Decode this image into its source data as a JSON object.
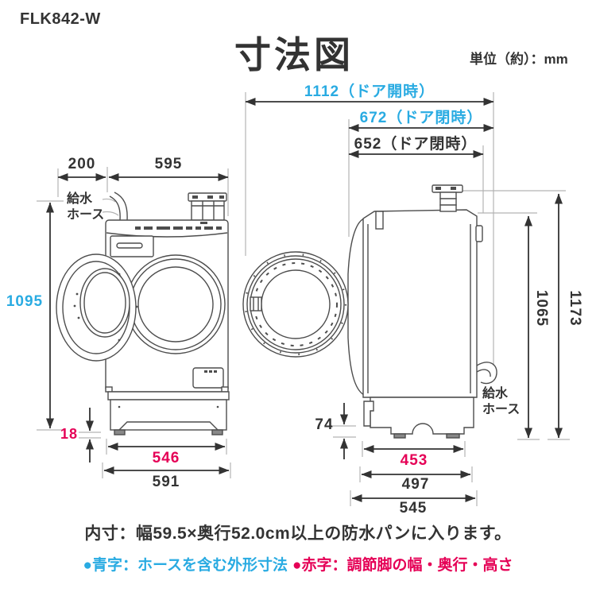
{
  "header": {
    "model": "FLK842-W",
    "title": "寸法図",
    "unit": "単位（約）：mm"
  },
  "dimensions": {
    "door_open_total_width": "1112（ドア開時）",
    "depth_with_hose_door_closed": "672（ドア閉時）",
    "depth_door_closed": "652（ドア閉時）",
    "open_door_protrusion": "200",
    "body_width": "595",
    "height_with_hose": "1095",
    "foot_height": "18",
    "feet_width": "546",
    "bottom_width": "591",
    "base_height": "74",
    "feet_depth": "453",
    "base_depth": "497",
    "bottom_depth": "545",
    "body_height": "1065",
    "total_height": "1173"
  },
  "labels": {
    "water_hose_line1": "給水",
    "water_hose_line2": "ホース"
  },
  "footer": {
    "note": "内寸：幅59.5×奥行52.0cm以上の防水パンに入ります。",
    "legend_blue": "●青字：ホースを含む外形寸法",
    "legend_red": "●赤字：調節脚の幅・奥行・高さ"
  },
  "colors": {
    "blue_dimension": "#29abe2",
    "red_dimension": "#e50056",
    "ink": "#333333",
    "line_art": "#4d4d4d"
  }
}
